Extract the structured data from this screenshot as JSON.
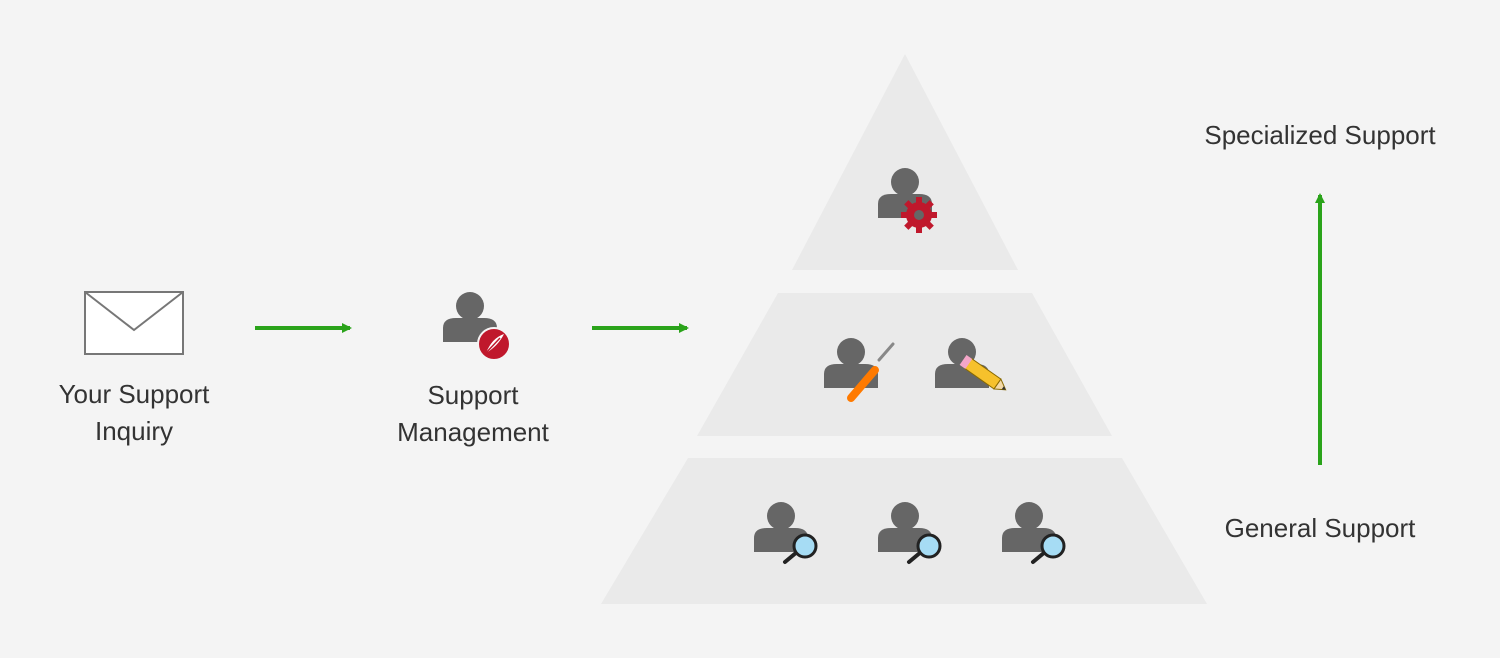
{
  "flow": {
    "inquiry": {
      "line1": "Your Support",
      "line2": "Inquiry",
      "icon": "envelope-icon"
    },
    "management": {
      "line1": "Support",
      "line2": "Management",
      "icon": "person-feather-badge-icon"
    }
  },
  "pyramid": {
    "top": {
      "icons": [
        "person-gear-icon"
      ]
    },
    "middle": {
      "icons": [
        "person-screwdriver-icon",
        "person-pencil-icon"
      ]
    },
    "bottom": {
      "icons": [
        "person-magnifier-icon",
        "person-magnifier-icon",
        "person-magnifier-icon"
      ]
    }
  },
  "scale": {
    "top_label": "Specialized Support",
    "bottom_label": "General Support"
  },
  "colors": {
    "background": "#f4f4f4",
    "pyramid_fill": "#eaeaea",
    "arrow": "#2aa31a",
    "person": "#666666",
    "text": "#333333",
    "accent_red": "#c0182c",
    "tool_orange": "#ff7a00",
    "pencil_yellow": "#f6c12c",
    "lens_blue": "#a6dcf4"
  }
}
